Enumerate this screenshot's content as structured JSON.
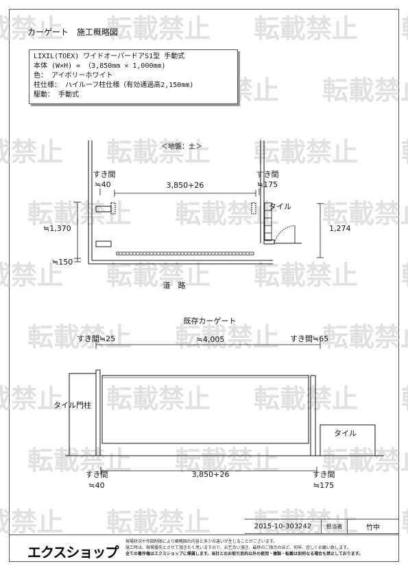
{
  "page_title": "カーゲート　施工概略図",
  "watermark": "転載禁止",
  "spec": {
    "line1": "LIXIL(TOEX) ワイドオーバードアS1型 手動式",
    "line2": "本体 (W×H) = （3,850mm × 1,000mm)",
    "line3": "色： アイボリーホワイト",
    "line4": "柱仕様： ハイルーフ柱仕様（有効通過高2,150mm)",
    "line5": "駆動： 手動式"
  },
  "plan": {
    "ground_label": "＜地盤：土＞",
    "left_gap_label": "すき間",
    "left_gap_value": "≒40",
    "width_label": "3,850+26",
    "right_gap_label": "すき間",
    "right_gap_value": "≒175",
    "tile_label": "タイル",
    "left_height": "≒1,370",
    "right_height": "1,274",
    "bottom_offset": "≒150",
    "road_label": "道　路"
  },
  "elevation": {
    "title": "既存カーゲート",
    "top_left_gap": "すき間≒25",
    "top_width": "≒4,005",
    "top_right_gap": "すき間≒65",
    "tile_pillar_label": "タイル門柱",
    "tile_label": "タイル",
    "bottom_left_gap_label": "すき間",
    "bottom_left_gap_value": "≒40",
    "bottom_width": "3,850+26",
    "bottom_right_gap_label": "すき間",
    "bottom_right_gap_value": "≒175"
  },
  "footer": {
    "doc_number": "2015-10-303242",
    "staff_label": "担当者",
    "staff_name": "竹中",
    "logo": "エクスショップ",
    "note1": "現場状況や作図制限により概略図の内容と多少の違いが生じることがございます。",
    "note2": "施工時は、現場優先とさせて頂きたく思いますので、お乞合い頂き、最終のご指示のほど、何卒、宜しくお願い致します。",
    "note3": "全ての著作権はエクスショップに帰属します。当社とのお取引目的以外の使用・複製・転載は如何なる場合も禁止しております。"
  }
}
